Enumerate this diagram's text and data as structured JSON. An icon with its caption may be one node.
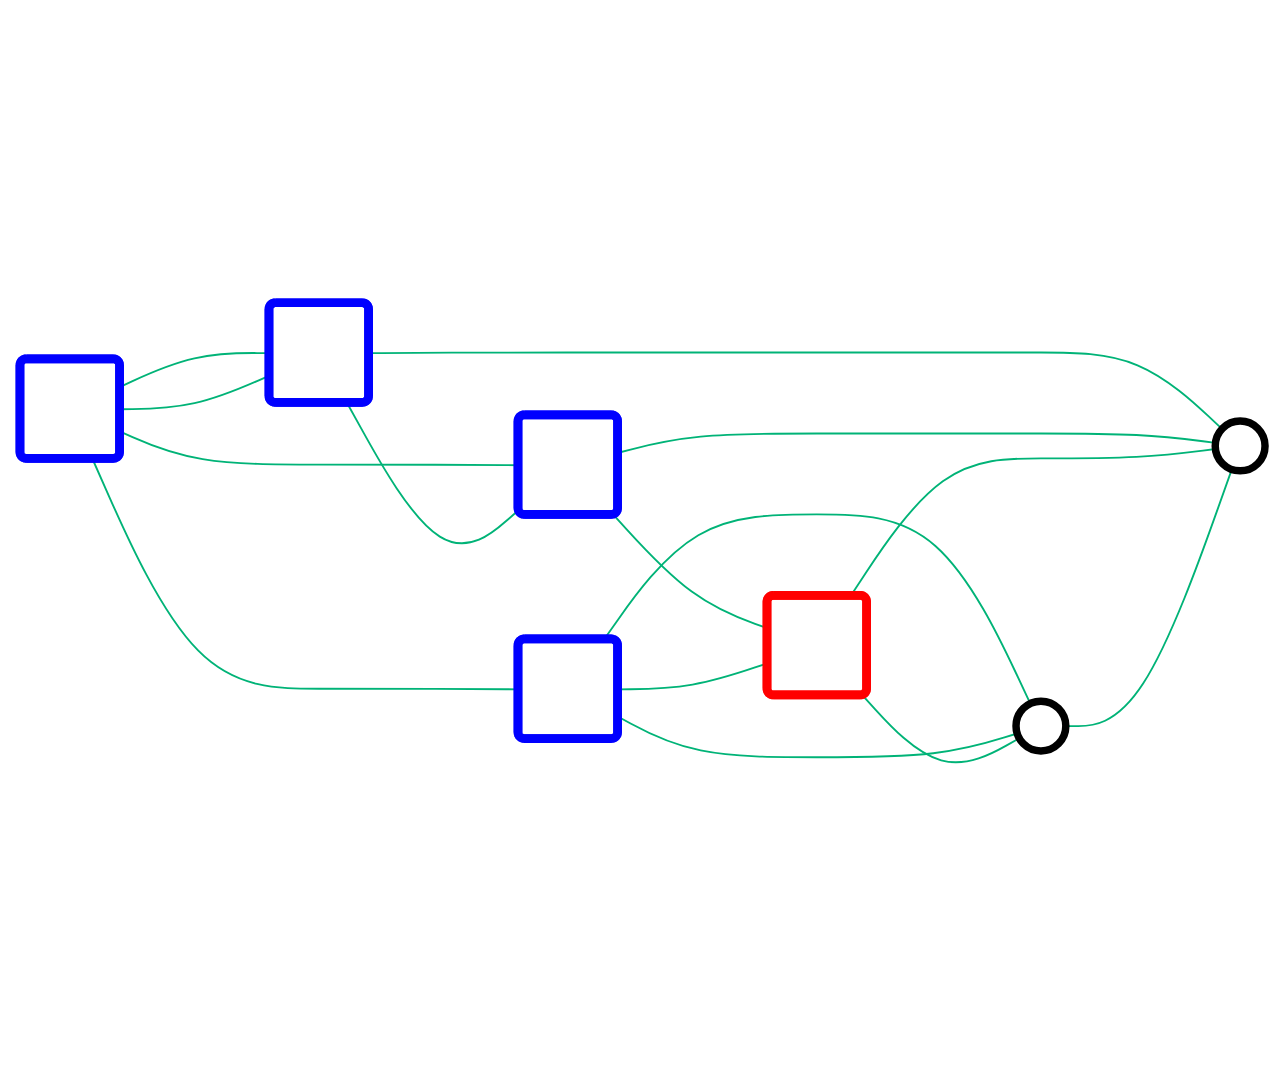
{
  "diagram": {
    "nodes": [
      {
        "text": [],
        "shape": "blob"
      },
      {
        "text": [],
        "shape": "blob"
      },
      {
        "text": [],
        "shape": "blob"
      },
      {
        "text": [],
        "shape": "blob"
      },
      {
        "text": [],
        "shape": "blob"
      },
      {
        "text": [],
        "shape": "circle"
      },
      {
        "text": [],
        "shape": "circle"
      }
    ],
    "edges": [
      {
        "from": 0,
        "to": 1,
        "arrow": "none"
      },
      {
        "from": 0,
        "to": 2,
        "arrow": "none"
      },
      {
        "from": 0,
        "to": 2,
        "arrow": "none"
      },
      {
        "from": 0,
        "to": 3,
        "arrow": "none"
      },
      {
        "from": 2,
        "to": 3,
        "arrow": "none"
      },
      {
        "from": 2,
        "to": 6,
        "arrow": "none"
      },
      {
        "from": 3,
        "to": 6,
        "arrow": "none"
      },
      {
        "from": 3,
        "to": 4,
        "arrow": "none"
      },
      {
        "from": 1,
        "to": 4,
        "arrow": "none"
      },
      {
        "from": 1,
        "to": 5,
        "arrow": "none"
      },
      {
        "from": 1,
        "to": 5,
        "arrow": "none"
      },
      {
        "from": 4,
        "to": 5,
        "arrow": "none"
      },
      {
        "from": 4,
        "to": 6,
        "arrow": "none"
      },
      {
        "from": 5,
        "to": 6,
        "arrow": "none"
      }
    ]
  }
}
